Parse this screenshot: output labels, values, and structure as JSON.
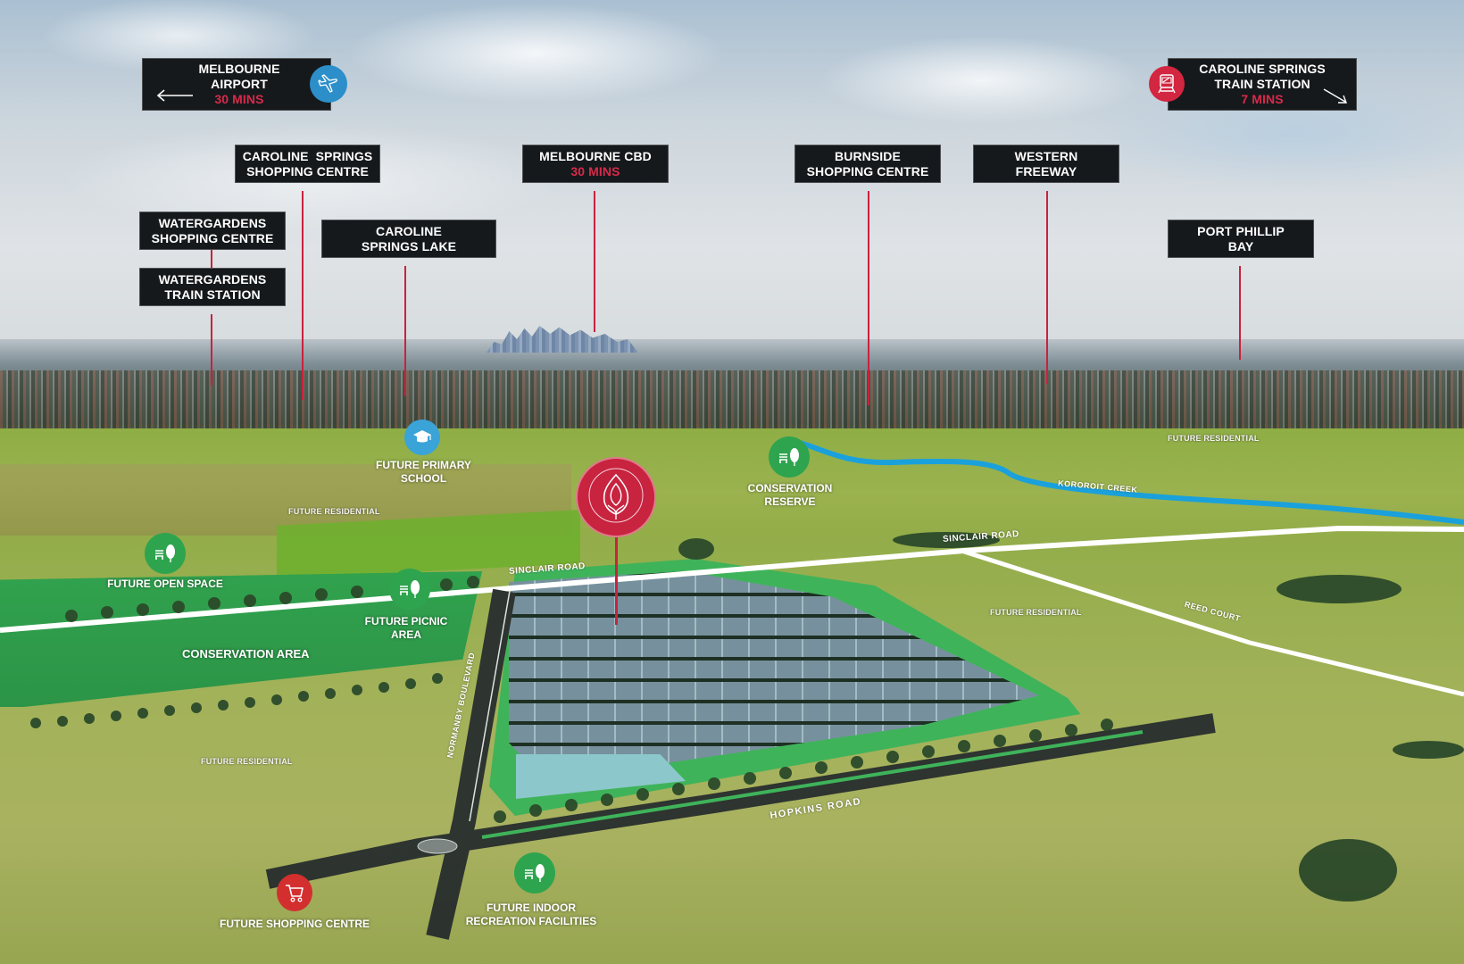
{
  "map": {
    "type": "aerial-masterplan",
    "colors": {
      "callout_bg": "#16191c",
      "callout_text": "#ffffff",
      "time_accent": "#d8294a",
      "leader_line": "#c9213f",
      "logo_red": "#c8233f",
      "airport_blue": "#2c8fc9",
      "school_blue": "#3aa3d8",
      "park_green": "#2fa44f",
      "shop_red": "#d32f2f",
      "creek_blue": "#1aa1dc",
      "road_white": "#ffffff"
    },
    "destinations": [
      {
        "id": "melbourne-airport",
        "line1": "MELBOURNE",
        "line2": "AIRPORT",
        "time": "30 MINS",
        "icon": "airplane-icon",
        "arrow": "left-arrow"
      },
      {
        "id": "caroline-springs-train-station",
        "line1": "CAROLINE SPRINGS",
        "line2": "TRAIN STATION",
        "time": "7 MINS",
        "icon": "train-icon",
        "arrow": "down-right-arrow"
      },
      {
        "id": "caroline-springs-shopping-centre",
        "line1": "CAROLINE  SPRINGS",
        "line2": "SHOPPING CENTRE"
      },
      {
        "id": "melbourne-cbd",
        "line1": "MELBOURNE CBD",
        "time": "30 MINS"
      },
      {
        "id": "burnside-shopping-centre",
        "line1": "BURNSIDE",
        "line2": "SHOPPING CENTRE"
      },
      {
        "id": "western-freeway",
        "line1": "WESTERN",
        "line2": "FREEWAY"
      },
      {
        "id": "watergardens-shopping-centre",
        "line1": "WATERGARDENS",
        "line2": "SHOPPING CENTRE"
      },
      {
        "id": "watergardens-train-station",
        "line1": "WATERGARDENS",
        "line2": "TRAIN STATION"
      },
      {
        "id": "caroline-springs-lake",
        "line1": "CAROLINE",
        "line2": "SPRINGS LAKE"
      },
      {
        "id": "port-phillip-bay",
        "line1": "PORT PHILLIP",
        "line2": "BAY"
      }
    ],
    "amenities": [
      {
        "id": "future-primary-school",
        "line1": "FUTURE PRIMARY",
        "line2": "SCHOOL",
        "icon": "graduation-cap-icon"
      },
      {
        "id": "conservation-reserve",
        "line1": "CONSERVATION",
        "line2": "RESERVE",
        "icon": "park-bench-tree-icon"
      },
      {
        "id": "future-open-space",
        "line1": "FUTURE OPEN SPACE",
        "icon": "park-bench-tree-icon"
      },
      {
        "id": "future-picnic-area",
        "line1": "FUTURE PICNIC",
        "line2": "AREA",
        "icon": "park-bench-tree-icon"
      },
      {
        "id": "future-shopping-centre",
        "line1": "FUTURE SHOPPING CENTRE",
        "icon": "shopping-cart-icon"
      },
      {
        "id": "future-indoor-recreation",
        "line1": "FUTURE INDOOR",
        "line2": "RECREATION FACILITIES",
        "icon": "park-bench-tree-icon"
      }
    ],
    "areas": {
      "conservation_area": "CONSERVATION AREA",
      "future_residential": "FUTURE RESIDENTIAL"
    },
    "roads": {
      "sinclair_road": "SINCLAIR ROAD",
      "reed_court": "REED COURT",
      "normanby_boulevard": "NORMANBY BOULEVARD",
      "hopkins_road": "HOPKINS ROAD",
      "kororoit_creek": "KOROROIT CREEK"
    },
    "logo": {
      "icon": "leaf-flame-logo-icon"
    }
  }
}
